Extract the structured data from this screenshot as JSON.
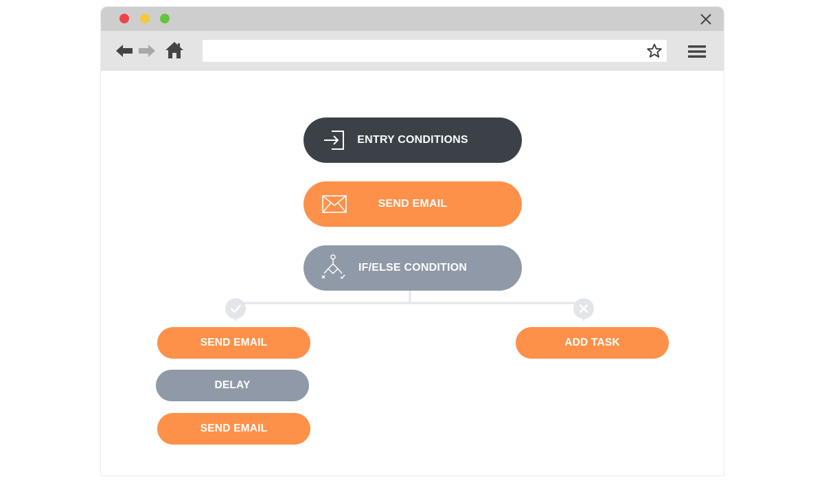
{
  "browser": {
    "icons": {
      "close": "close-icon",
      "back": "arrow-left-icon",
      "forward": "arrow-right-icon",
      "home": "home-icon",
      "bookmark": "star-icon",
      "menu": "hamburger-menu-icon"
    },
    "address_value": ""
  },
  "flow": {
    "entry": {
      "label": "ENTRY CONDITIONS",
      "icon": "sign-in-icon"
    },
    "send_email_1": {
      "label": "SEND EMAIL",
      "icon": "envelope-icon"
    },
    "condition": {
      "label": "IF/ELSE CONDITION",
      "icon": "branch-icon"
    },
    "yes_branch": {
      "icon": "check-icon",
      "steps": [
        {
          "label": "SEND EMAIL"
        },
        {
          "label": "DELAY"
        },
        {
          "label": "SEND EMAIL"
        }
      ]
    },
    "no_branch": {
      "icon": "x-icon",
      "steps": [
        {
          "label": "ADD TASK"
        }
      ]
    }
  },
  "colors": {
    "dark": "#3c4148",
    "orange": "#fe914a",
    "gray": "#8f99a8",
    "connector": "#e3e5e8"
  }
}
